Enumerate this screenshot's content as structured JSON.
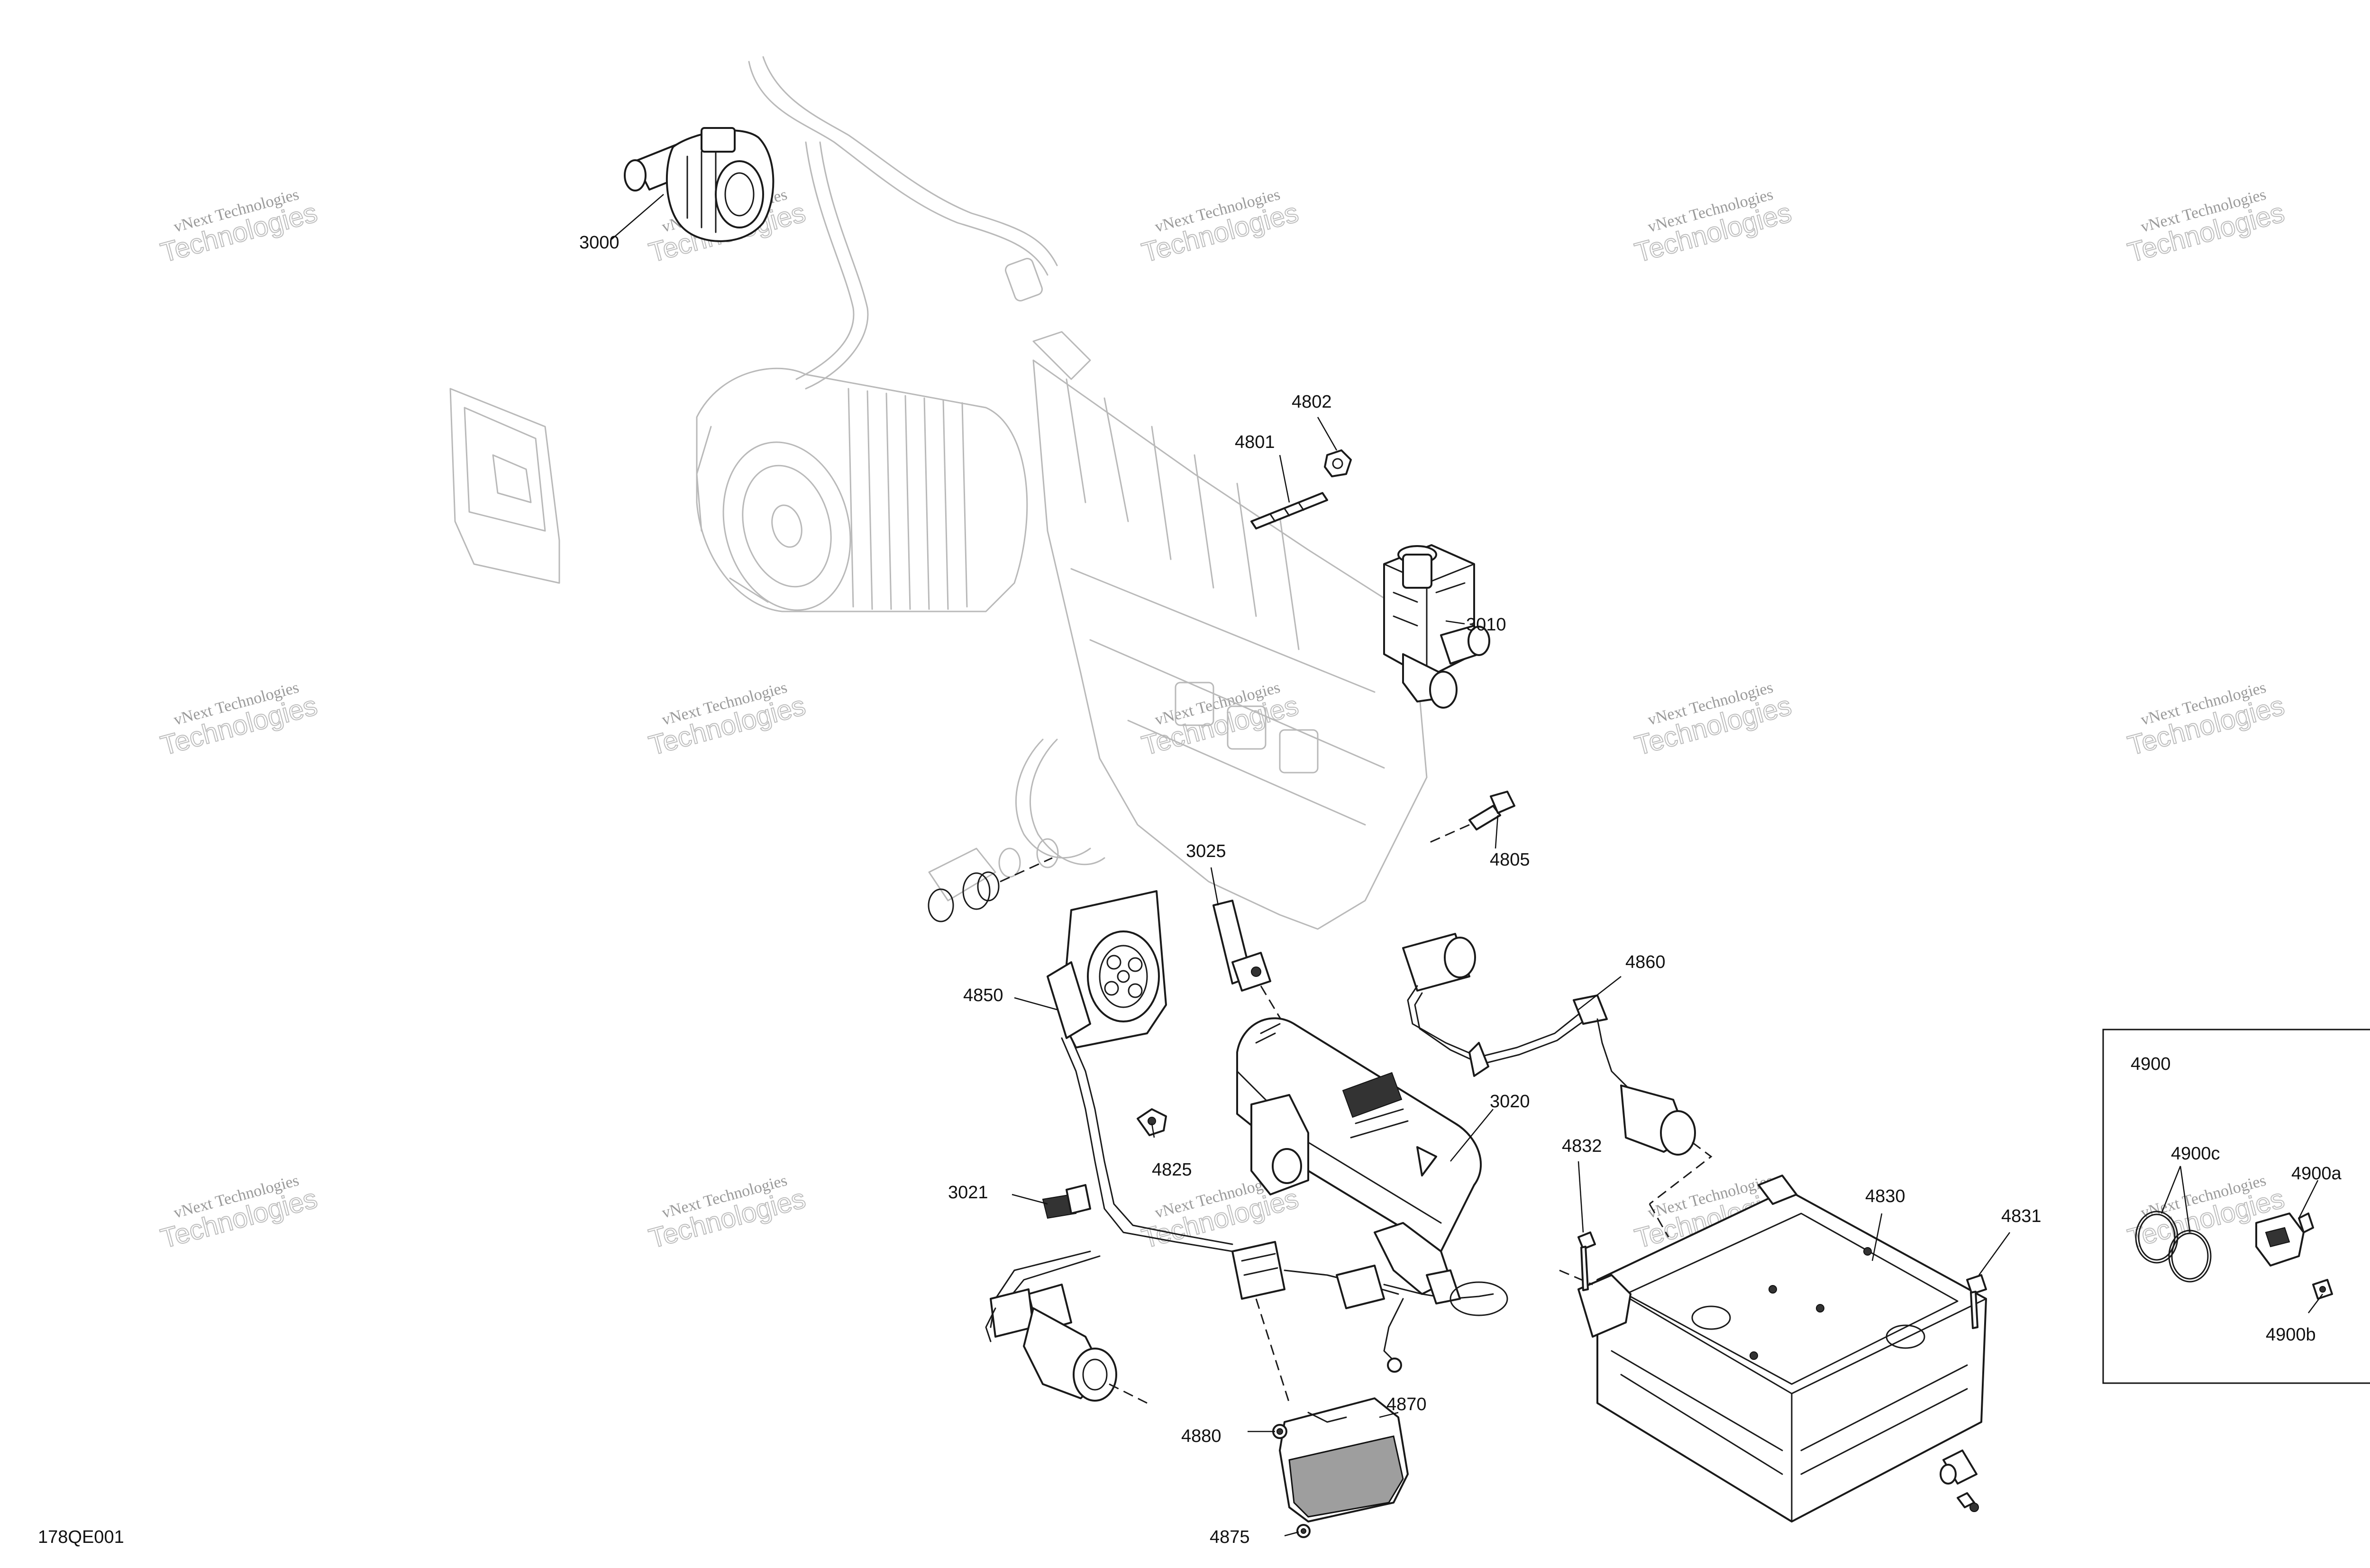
{
  "diagram": {
    "figure_code": "178QE001",
    "watermark": {
      "line1": "vNext Technologies",
      "line2": "Technologies"
    },
    "callouts": [
      {
        "id": "c3000",
        "label": "3000"
      },
      {
        "id": "c4802",
        "label": "4802"
      },
      {
        "id": "c4801",
        "label": "4801"
      },
      {
        "id": "c3010",
        "label": "3010"
      },
      {
        "id": "c4805",
        "label": "4805"
      },
      {
        "id": "c3025",
        "label": "3025"
      },
      {
        "id": "c4860",
        "label": "4860"
      },
      {
        "id": "c4850",
        "label": "4850"
      },
      {
        "id": "c3020",
        "label": "3020"
      },
      {
        "id": "c4832",
        "label": "4832"
      },
      {
        "id": "c4825",
        "label": "4825"
      },
      {
        "id": "c4830",
        "label": "4830"
      },
      {
        "id": "c4831",
        "label": "4831"
      },
      {
        "id": "c3021",
        "label": "3021"
      },
      {
        "id": "c4870",
        "label": "4870"
      },
      {
        "id": "c4880",
        "label": "4880"
      },
      {
        "id": "c4875",
        "label": "4875"
      }
    ],
    "inset": {
      "title": "4900",
      "callouts": [
        {
          "id": "c4900c",
          "label": "4900c"
        },
        {
          "id": "c4900a",
          "label": "4900a"
        },
        {
          "id": "c4900b",
          "label": "4900b"
        }
      ]
    }
  }
}
